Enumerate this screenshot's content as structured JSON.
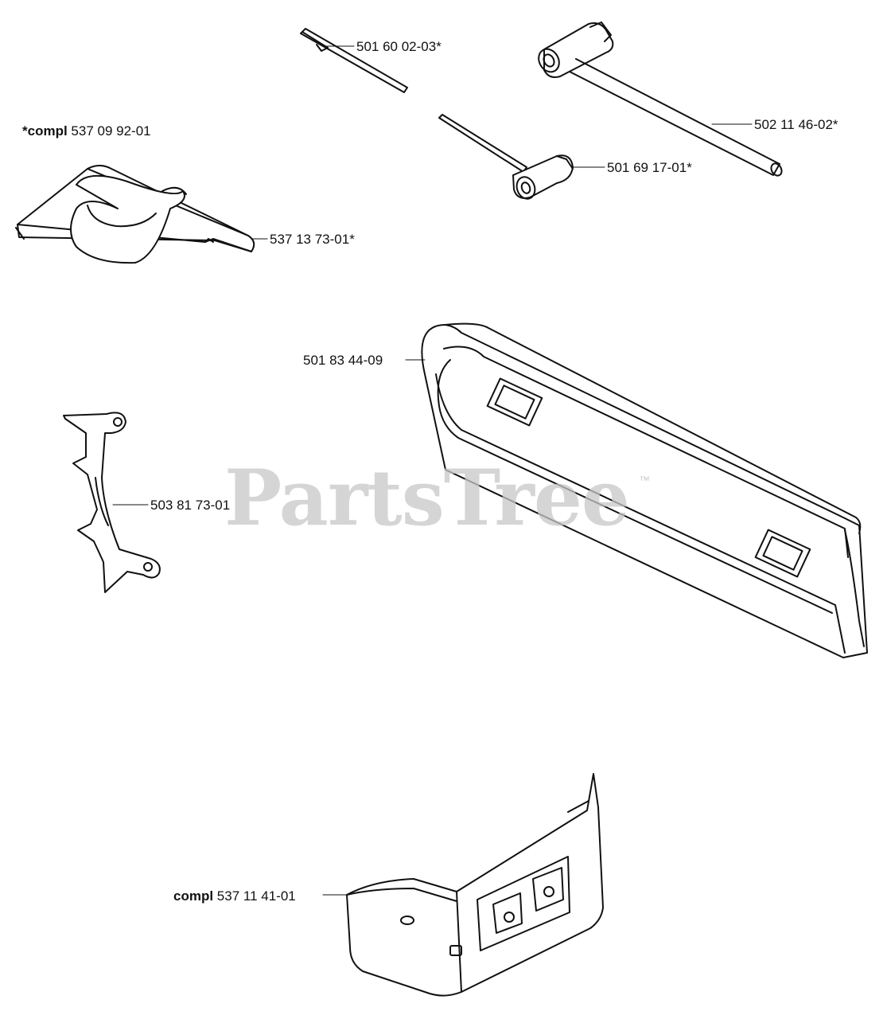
{
  "labels": {
    "key_note": {
      "bold": "*compl",
      "text": "537 09 92-01"
    },
    "file": "501 60 02-03*",
    "tbar_wrench": "502 11 46-02*",
    "spark_wrench": "501 69 17-01*",
    "bag": "537 13 73-01*",
    "bar_cover": "501 83 44-09",
    "bracket": "503 81 73-01",
    "clutch_cover": {
      "bold": "compl",
      "text": "537 11 41-01"
    }
  },
  "watermark": {
    "text": "PartsTree",
    "tm": "™"
  }
}
